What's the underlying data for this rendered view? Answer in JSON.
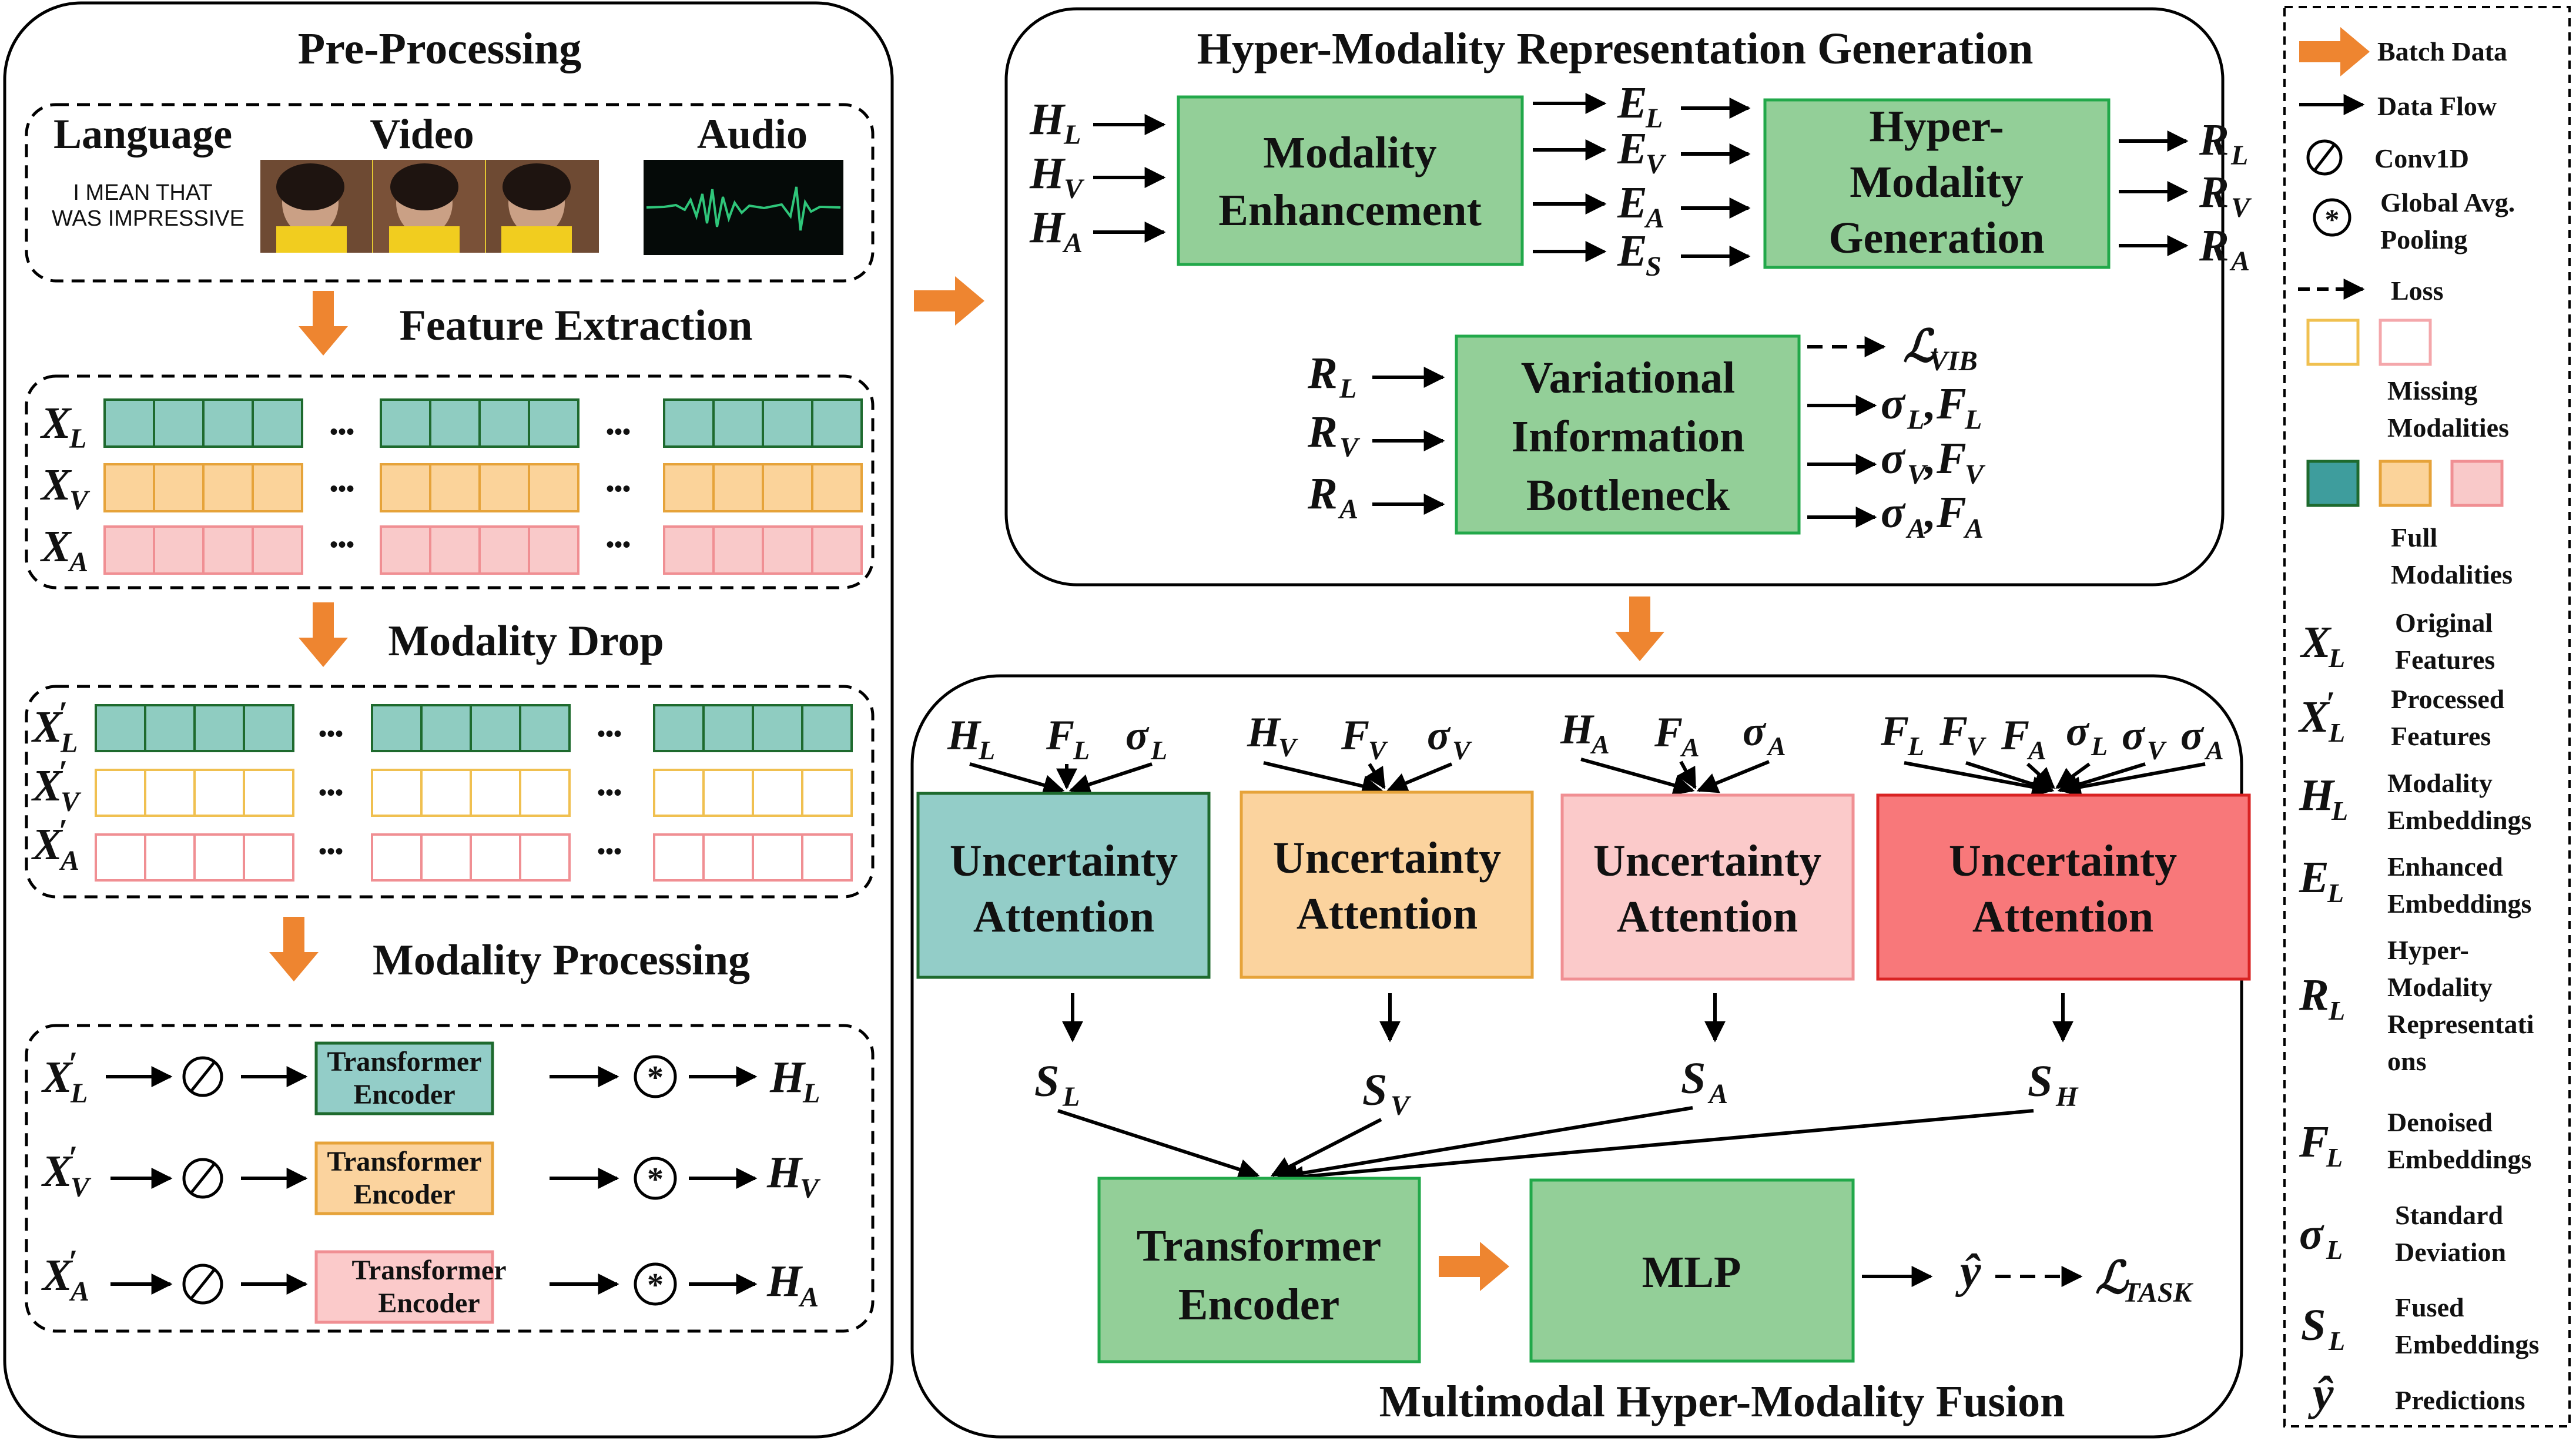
{
  "preprocessing": {
    "title": "Pre-Processing",
    "language_label": "Language",
    "video_label": "Video",
    "audio_label": "Audio",
    "sample_text_line1": "I MEAN THAT",
    "sample_text_line2": "WAS IMPRESSIVE",
    "feature_extraction": "Feature Extraction",
    "modality_drop": "Modality Drop",
    "modality_processing": "Modality Processing",
    "xl": "X",
    "xv": "X",
    "xa": "X",
    "sub_l": "L",
    "sub_v": "V",
    "sub_a": "A",
    "prime": "′",
    "dots": "•••",
    "encoder_line1": "Transformer",
    "encoder_line2": "Encoder",
    "h": "H"
  },
  "hyper": {
    "title": "Hyper-Modality Representation Generation",
    "enh_line1": "Modality",
    "enh_line2": "Enhancement",
    "gen_line1": "Hyper-",
    "gen_line2": "Modality",
    "gen_line3": "Generation",
    "vib_line1": "Variational",
    "vib_line2": "Information",
    "vib_line3": "Bottleneck",
    "e": "E",
    "r": "R",
    "sub_s": "S",
    "loss_vib": "ℒ",
    "sub_vib": "VIB",
    "sigma": "σ",
    "f": "F",
    "comma": ","
  },
  "fusion": {
    "title": "Multimodal Hyper-Modality Fusion",
    "ua_line1": "Uncertainty",
    "ua_line2": "Attention",
    "s": "S",
    "sub_h": "H",
    "encoder_line1": "Transformer",
    "encoder_line2": "Encoder",
    "mlp": "MLP",
    "yhat": "ŷ",
    "loss_task": "ℒ",
    "sub_task": "TASK"
  },
  "legend": {
    "batch_data": "Batch Data",
    "data_flow": "Data Flow",
    "conv1d": "Conv1D",
    "gap_line1": "Global Avg.",
    "gap_line2": "Pooling",
    "loss": "Loss",
    "missing_line1": "Missing",
    "missing_line2": "Modalities",
    "full_line1": "Full",
    "full_line2": "Modalities",
    "orig_line1": "Original",
    "orig_line2": "Features",
    "proc_line1": "Processed",
    "proc_line2": "Features",
    "emb_line1": "Modality",
    "emb_line2": "Embeddings",
    "enh_line1": "Enhanced",
    "enh_line2": "Embeddings",
    "hyp_line1": "Hyper-",
    "hyp_line2": "Modality",
    "hyp_line3": "Representati",
    "hyp_line4": "ons",
    "den_line1": "Denoised",
    "den_line2": "Embeddings",
    "std_line1": "Standard",
    "std_line2": "Deviation",
    "fused_line1": "Fused",
    "fused_line2": "Embeddings",
    "pred": "Predictions"
  },
  "colors": {
    "green_box": "#93cf98",
    "green_cell": "#8fccc1",
    "orange_cell": "#fbd39a",
    "pink_cell": "#f9c9c9",
    "ua_teal": "#93cdc8",
    "ua_orange": "#fbd39e",
    "ua_pink": "#fbcaca",
    "ua_red": "#f8787a",
    "arrow_orange": "#ee8530"
  }
}
